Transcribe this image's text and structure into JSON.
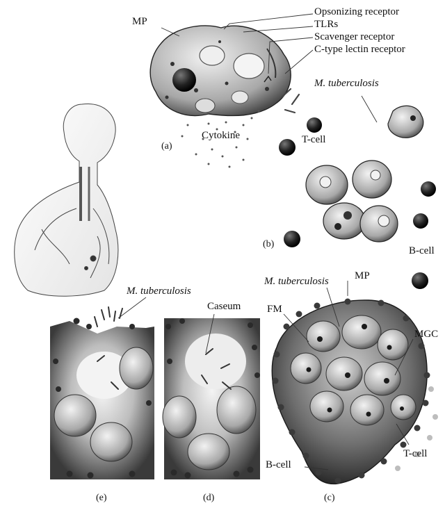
{
  "labels": {
    "mp_top": "MP",
    "opsonizing": "Opsonizing receptor",
    "tlrs": "TLRs",
    "scavenger": "Scavenger receptor",
    "ctype": "C-type lectin receptor",
    "mtb_top": "M. tuberculosis",
    "cytokine": "Cytokine",
    "tcell_top": "T-cell",
    "bcell_right": "B-cell",
    "mtb_mid": "M. tuberculosis",
    "mp_mid": "MP",
    "fm": "FM",
    "mgc": "MGC",
    "tcell_bottom": "T-cell",
    "bcell_bottom": "B-cell",
    "mtb_left": "M. tuberculosis",
    "caseum": "Caseum"
  },
  "panels": {
    "a": "(a)",
    "b": "(b)",
    "c": "(c)",
    "d": "(d)",
    "e": "(e)"
  },
  "colors": {
    "ink": "#1a1a1a",
    "shade": "#6b6b6b",
    "light": "#d9d9d9",
    "paper": "#ffffff"
  }
}
